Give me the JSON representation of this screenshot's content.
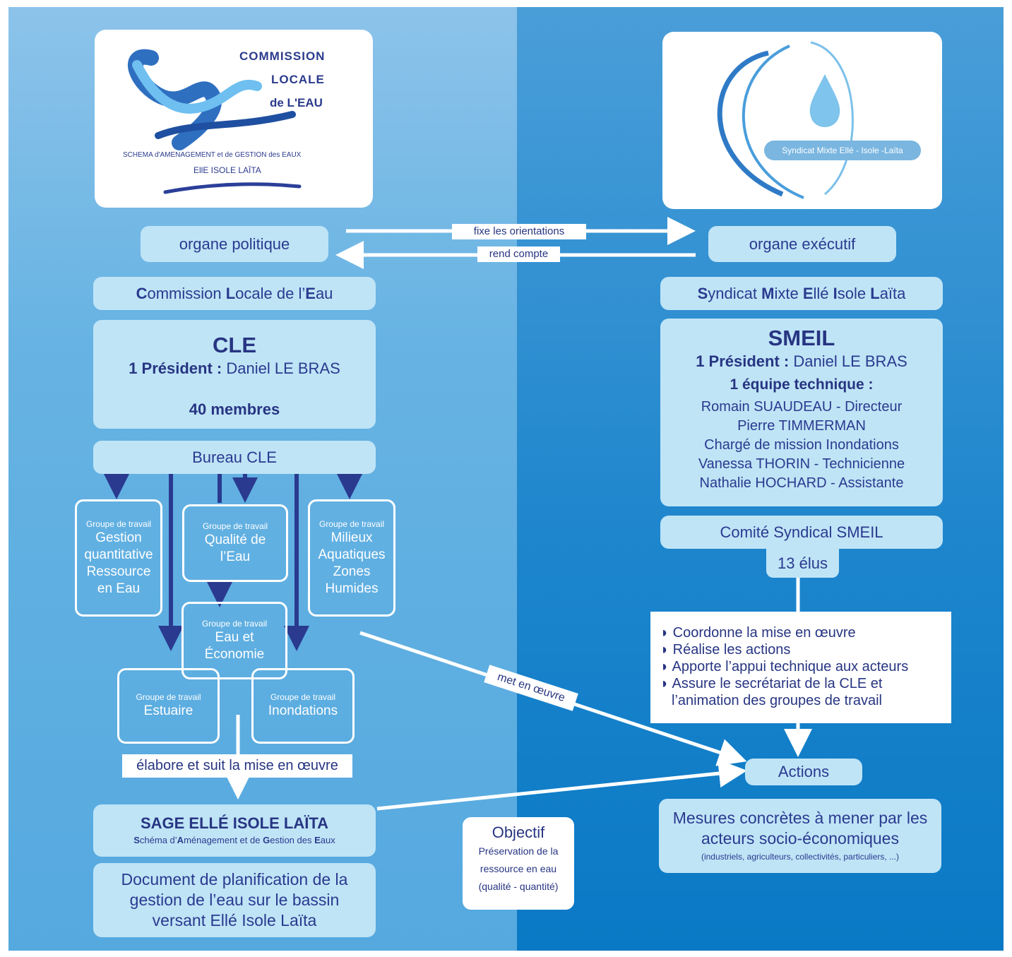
{
  "left_logo": {
    "line1": "COMMISSION",
    "line2": "LOCALE",
    "line3": "de L'EAU",
    "line4": "SCHEMA d'AMENAGEMENT et de GESTION des EAUX",
    "line5": "EllE ISOLE LAÏTA"
  },
  "right_logo": {
    "text": "Syndicat Mixte Ellé - Isole -Laïta"
  },
  "left": {
    "organe": "organe politique",
    "cle_full": [
      "C",
      "ommission ",
      "L",
      "ocale de l’",
      "E",
      "au"
    ],
    "cle_title": "CLE",
    "president_label": "1 Président :",
    "president_name": "Daniel LE BRAS",
    "members": "40 membres",
    "bureau": "Bureau CLE",
    "group_label": "Groupe de travail",
    "groups": {
      "gestion": "Gestion quantitative Ressource en Eau",
      "qualite": "Qualité de l’Eau",
      "milieux": "Milieux Aquatiques Zones Humides",
      "economie": "Eau et Économie",
      "estuaire": "Estuaire",
      "inondations": "Inondations"
    },
    "elabore": "élabore et suit la mise en œuvre",
    "sage_title": "SAGE ELLÉ ISOLE LAÏTA",
    "sage_sub": [
      "S",
      "chéma d’",
      "A",
      "ménagement et de ",
      "G",
      "estion des ",
      "E",
      "aux"
    ],
    "document": "Document de planification de la gestion de l’eau sur le bassin versant Ellé Isole Laïta"
  },
  "arrows": {
    "fixe": "fixe les orientations",
    "rend": "rend compte",
    "met": "met en œuvre"
  },
  "objectif": {
    "title": "Objectif",
    "text": "Préservation de la ressource en eau (qualité - quantité)"
  },
  "right": {
    "organe": "organe exécutif",
    "smeil_full": [
      "S",
      "yndicat ",
      "M",
      "ixte ",
      "E",
      "llé ",
      "I",
      "sole ",
      "L",
      "aïta"
    ],
    "smeil_title": "SMEIL",
    "president_label": "1 Président :",
    "president_name": "Daniel LE BRAS",
    "equipe_label": "1 équipe technique :",
    "equipe": [
      "Romain SUAUDEAU - Directeur",
      "Pierre TIMMERMAN",
      "Chargé de mission Inondations",
      "Vanessa THORIN - Technicienne",
      "Nathalie HOCHARD - Assistante"
    ],
    "comite": "Comité Syndical SMEIL",
    "elus": "13 élus",
    "tasks": [
      "Coordonne la mise en œuvre",
      "Réalise les actions",
      "Apporte l’appui technique aux acteurs",
      "Assure le secrétariat de la CLE et",
      "l’animation des groupes de travail"
    ],
    "actions": "Actions",
    "mesures": "Mesures concrètes à mener par les acteurs socio-économiques",
    "mesures_sub": "(industriels, agriculteurs, collectivités, particuliers, ...)"
  },
  "colors": {
    "pill": "#bfe4f6",
    "text_dark": "#273582",
    "arrow_dark": "#2a3a8f",
    "left_bg": "#67b3e3",
    "right_bg": "#1b84cc"
  }
}
